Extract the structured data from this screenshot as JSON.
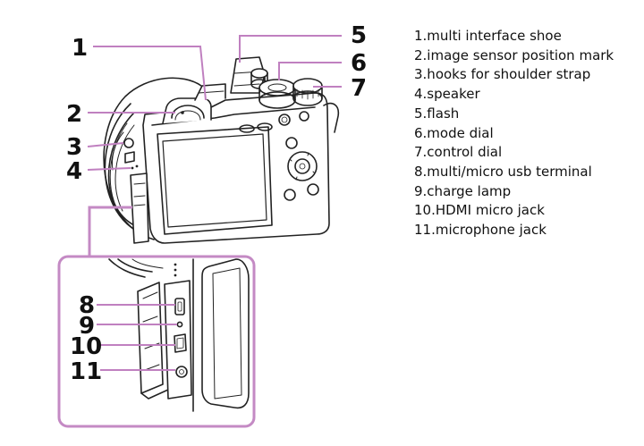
{
  "callouts": [
    "1",
    "2",
    "3",
    "4",
    "5",
    "6",
    "7",
    "8",
    "9",
    "10",
    "11"
  ],
  "legend": [
    "1.multi interface shoe",
    "2.image sensor position mark",
    "3.hooks for shoulder strap",
    "4.speaker",
    "5.flash",
    "6.mode dial",
    "7.control dial",
    "8.multi/micro usb terminal",
    "9.charge lamp",
    "10.HDMI micro jack",
    "11.microphone jack"
  ],
  "colors": {
    "leader": "#c080c0",
    "callout_box": "#c48ac4",
    "ink": "#111111",
    "outline": "#222222"
  },
  "icons": [
    "camera-illustration",
    "terminal-closeup-illustration"
  ]
}
